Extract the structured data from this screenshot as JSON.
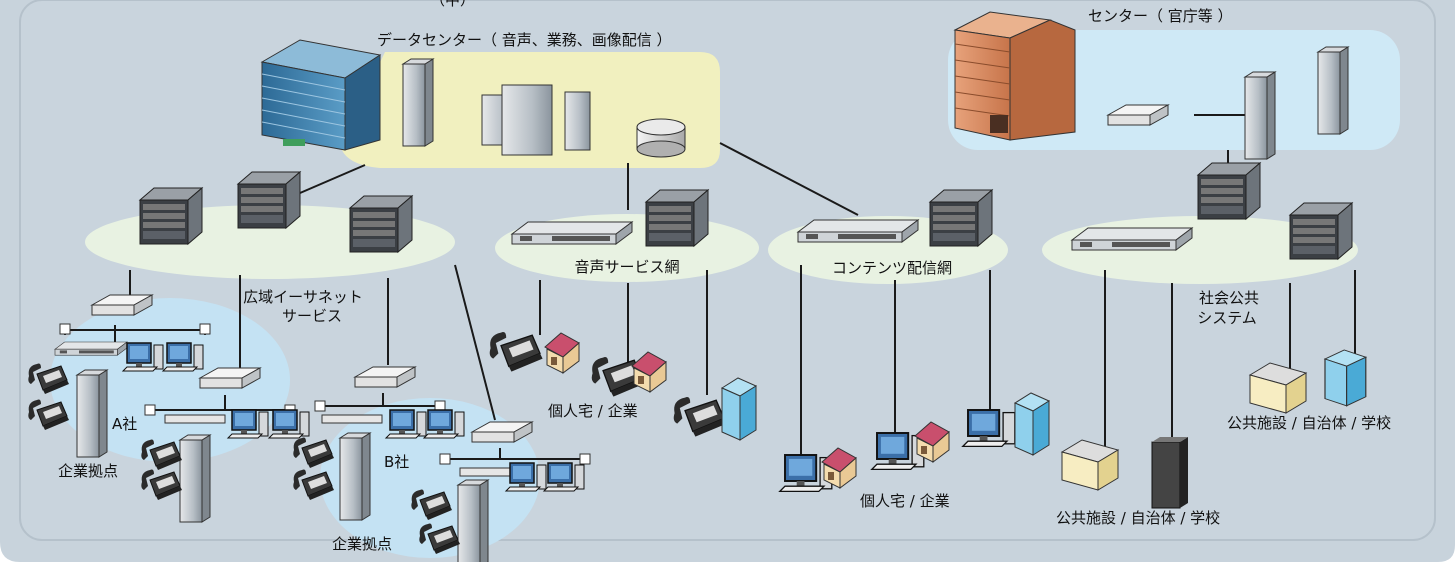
{
  "header_fragment": "（中）",
  "datacenter": {
    "title": "データセンター（ 音声、業務、画像配信 ）"
  },
  "gov_center": {
    "title": "センター（ 官庁等 ）"
  },
  "networks": {
    "wide_area": {
      "line1": "広域イーサネット",
      "line2": "サービス"
    },
    "voice": {
      "label": "音声サービス網"
    },
    "content": {
      "label": "コンテンツ配信網"
    },
    "public_system": {
      "line1": "社会公共",
      "line2": "システム"
    }
  },
  "sites": {
    "company_a": "A社",
    "company_b": "B社",
    "base_a": "企業拠点",
    "base_b": "企業拠点",
    "voice_users": "個人宅 / 企業",
    "content_users": "個人宅 / 企業",
    "public_facilities_1": "公共施設 / 自治体 / 学校",
    "public_facilities_2": "公共施設 / 自治体 / 学校"
  },
  "colors": {
    "background": "#c8d3dc",
    "cloud": "#e8f2e2",
    "datacenter_zone": "#f1f0bf",
    "gov_zone": "#cfe9f6",
    "company_zone": "#c4e2f3",
    "building_blue": "#3e7ea9",
    "building_orange": "#d9895c",
    "line": "#1a1a1a"
  }
}
